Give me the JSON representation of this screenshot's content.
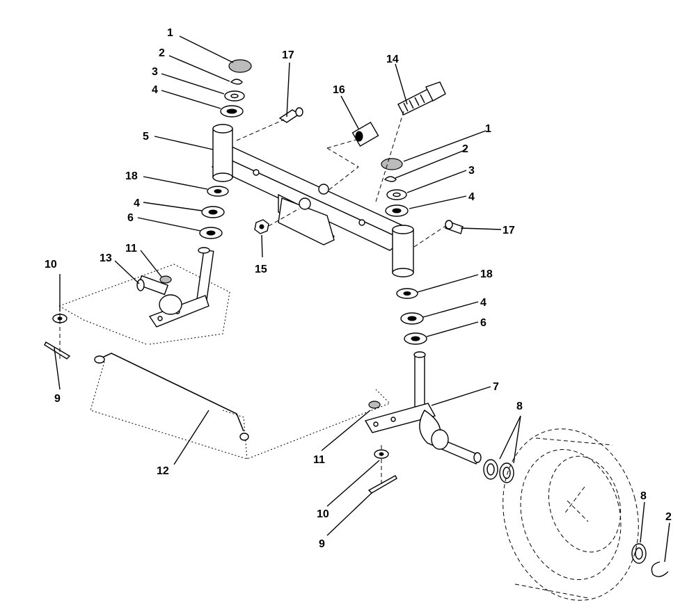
{
  "callouts": [
    "1",
    "2",
    "3",
    "4",
    "5",
    "18",
    "4",
    "6",
    "11",
    "13",
    "10",
    "9",
    "12",
    "17",
    "16",
    "14",
    "1",
    "2",
    "3",
    "4",
    "17",
    "15",
    "18",
    "4",
    "6",
    "7",
    "8",
    "11",
    "10",
    "9",
    "8",
    "2"
  ]
}
